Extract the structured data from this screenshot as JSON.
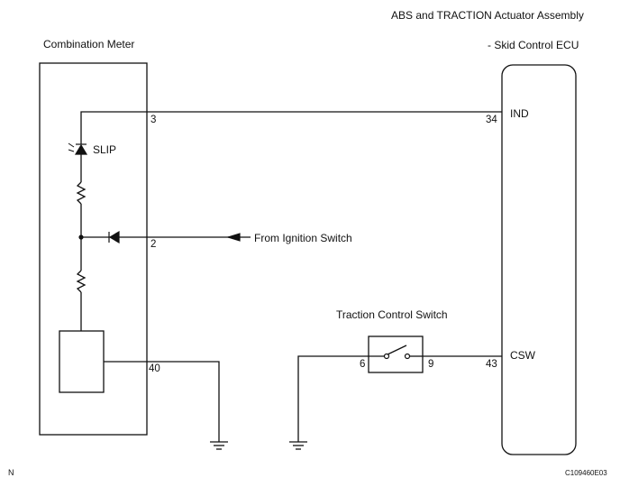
{
  "header": {
    "ecu_title": "ABS and TRACTION Actuator Assembly",
    "ecu_subtitle": "- Skid Control ECU",
    "meter_title": "Combination Meter"
  },
  "meter": {
    "pin_ind": "3",
    "pin_ign": "2",
    "pin_gnd": "40",
    "slip_label": "SLIP"
  },
  "ecu": {
    "pin_ind": "34",
    "ind_label": "IND",
    "pin_csw": "43",
    "csw_label": "CSW"
  },
  "switch": {
    "title": "Traction Control Switch",
    "pin_left": "6",
    "pin_right": "9"
  },
  "ignition": {
    "label": "From Ignition Switch"
  },
  "footer": {
    "left_mark": "N",
    "code": "C109460E03"
  }
}
